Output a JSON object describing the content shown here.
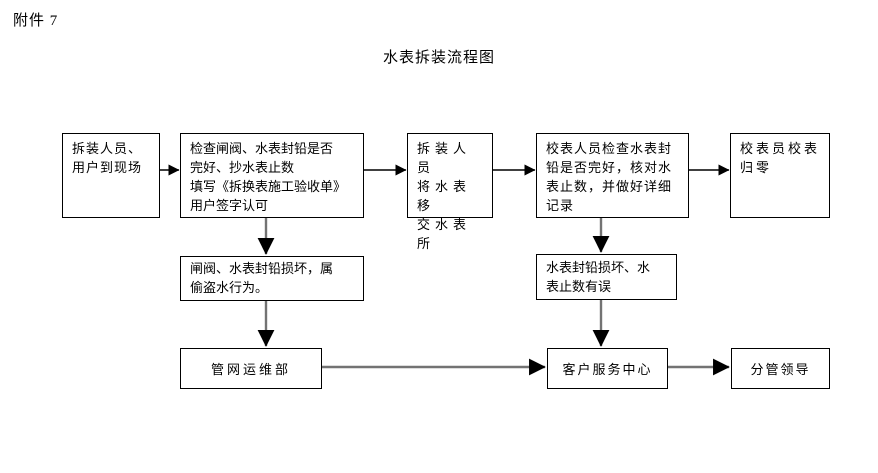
{
  "page": {
    "attachment_label": "附件 7",
    "title": "水表拆装流程图"
  },
  "colors": {
    "background": "#ffffff",
    "text": "#000000",
    "box_border": "#000000",
    "arrow_shaft_black": "#000000",
    "arrow_shaft_gray": "#737373",
    "arrow_head": "#000000"
  },
  "flowchart": {
    "nodes": {
      "arrive": {
        "label": "拆装人员、\n用户到现场"
      },
      "check_seal": {
        "label": "检查闸阀、水表封铅是否\n完好、抄水表止数\n填写《拆换表施工验收单》\n用户签字认可"
      },
      "transfer": {
        "label": "拆装人员\n将水表移\n交水表所"
      },
      "verify": {
        "label": "校表人员检查水表封\n铅是否完好，核对水\n表止数，并做好详细\n记录"
      },
      "reset": {
        "label": "校表员校表\n归零"
      },
      "damage_theft": {
        "label": "闸阀、水表封铅损坏，属\n偷盗水行为。"
      },
      "damage_error": {
        "label": "水表封铅损坏、水\n表止数有误"
      },
      "pipeline_dept": {
        "label": "管网运维部"
      },
      "service_center": {
        "label": "客户服务中心"
      },
      "leader": {
        "label": "分管领导"
      }
    },
    "edges": [
      {
        "from": "arrive",
        "to": "check_seal"
      },
      {
        "from": "check_seal",
        "to": "transfer"
      },
      {
        "from": "transfer",
        "to": "verify"
      },
      {
        "from": "verify",
        "to": "reset"
      },
      {
        "from": "check_seal",
        "to": "damage_theft"
      },
      {
        "from": "verify",
        "to": "damage_error"
      },
      {
        "from": "damage_theft",
        "to": "pipeline_dept"
      },
      {
        "from": "damage_error",
        "to": "service_center"
      },
      {
        "from": "pipeline_dept",
        "to": "service_center"
      },
      {
        "from": "service_center",
        "to": "leader"
      }
    ]
  }
}
